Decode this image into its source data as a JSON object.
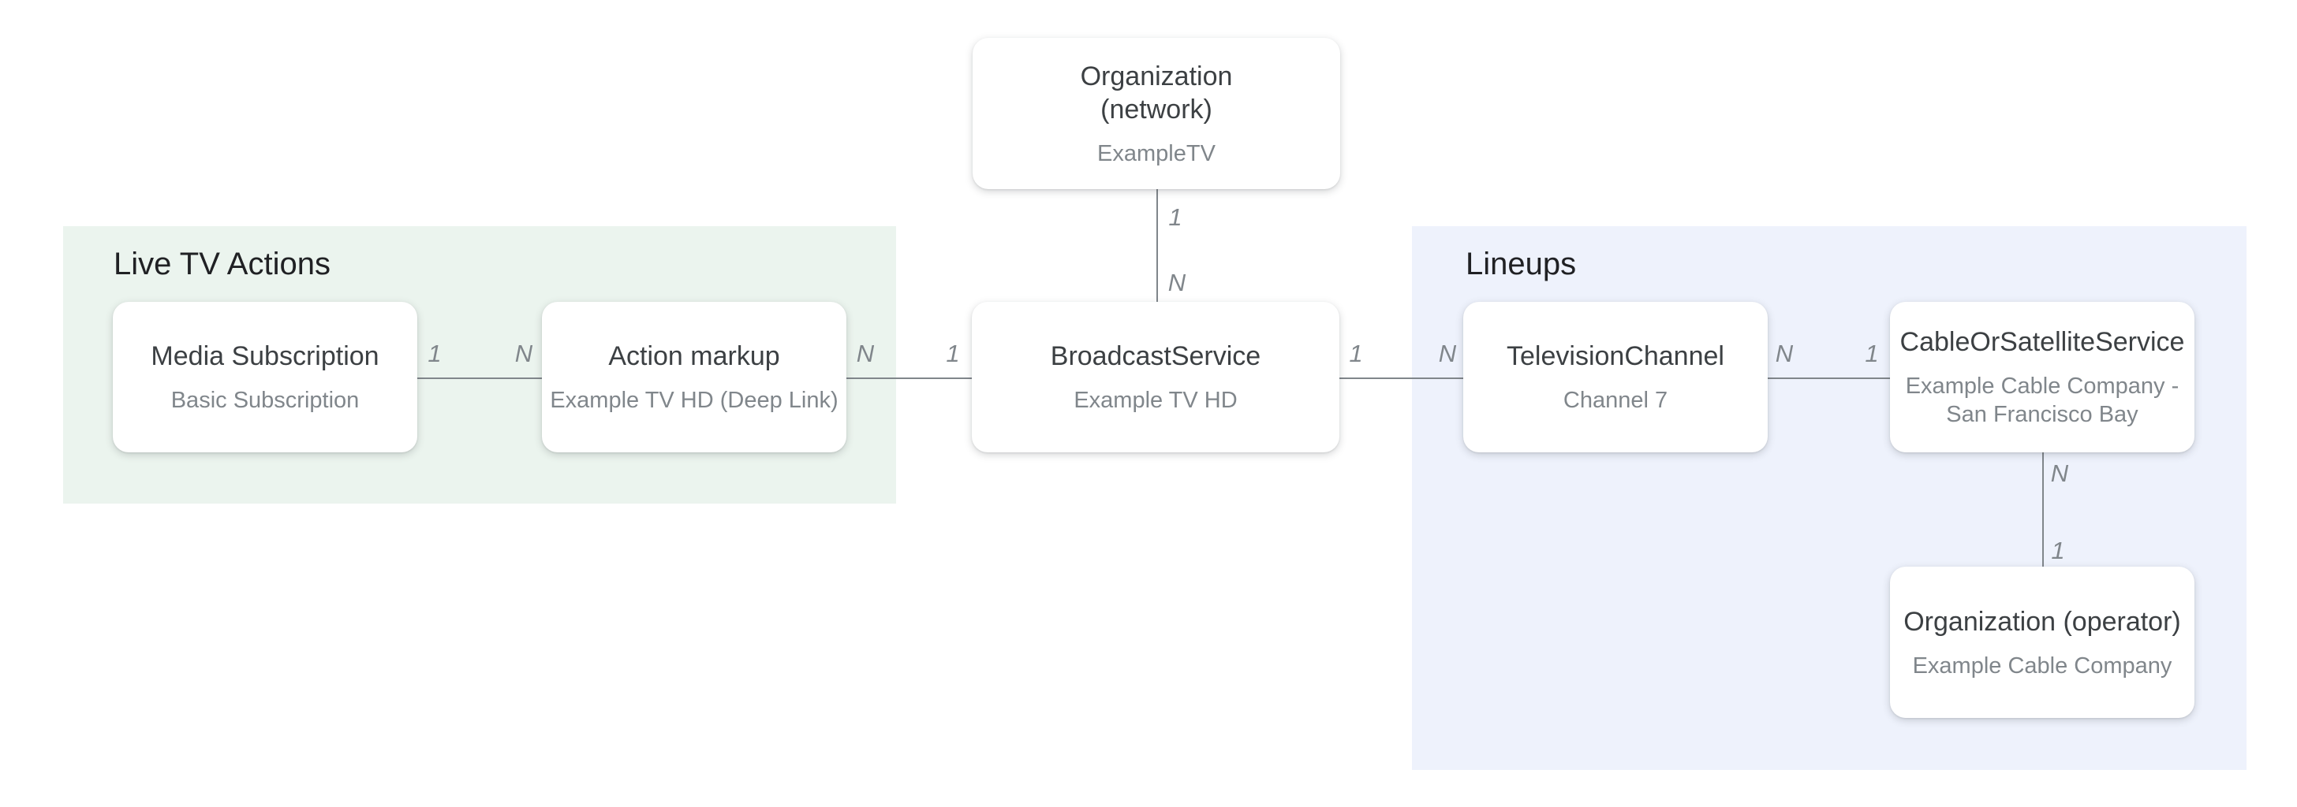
{
  "diagram": {
    "sections": {
      "live_tv_actions": {
        "title": "Live TV Actions",
        "bg_color": "#ebf4ee"
      },
      "lineups": {
        "title": "Lineups",
        "bg_color": "#eef2fc"
      }
    },
    "nodes": {
      "org_network": {
        "title_line1": "Organization",
        "title_line2": "(network)",
        "subtitle": "ExampleTV"
      },
      "media_subscription": {
        "title": "Media Subscription",
        "subtitle": "Basic Subscription"
      },
      "action_markup": {
        "title": "Action markup",
        "subtitle": "Example TV HD (Deep Link)"
      },
      "broadcast_service": {
        "title": "BroadcastService",
        "subtitle": "Example TV HD"
      },
      "television_channel": {
        "title": "TelevisionChannel",
        "subtitle": "Channel 7"
      },
      "cable_or_satellite_service": {
        "title": "CableOrSatelliteService",
        "subtitle_line1": "Example Cable Company -",
        "subtitle_line2": "San Francisco Bay"
      },
      "org_operator": {
        "title": "Organization (operator)",
        "subtitle": "Example Cable Company"
      }
    },
    "edges": {
      "network_to_broadcast": {
        "from_label": "1",
        "to_label": "N"
      },
      "subscription_to_action": {
        "from_label": "1",
        "to_label": "N"
      },
      "action_to_broadcast": {
        "from_label": "N",
        "to_label": "1"
      },
      "broadcast_to_channel": {
        "from_label": "1",
        "to_label": "N"
      },
      "channel_to_cable": {
        "from_label": "N",
        "to_label": "1"
      },
      "cable_to_operator": {
        "from_label": "N",
        "to_label": "1"
      }
    },
    "colors": {
      "card_bg": "#ffffff",
      "card_title": "#3c4043",
      "card_subtitle": "#80868b",
      "section_title": "#202124",
      "connector_line": "#80868b",
      "cardinality_label": "#80868b",
      "live_tv_actions_bg": "#ebf4ee",
      "lineups_bg": "#eef2fc"
    }
  }
}
